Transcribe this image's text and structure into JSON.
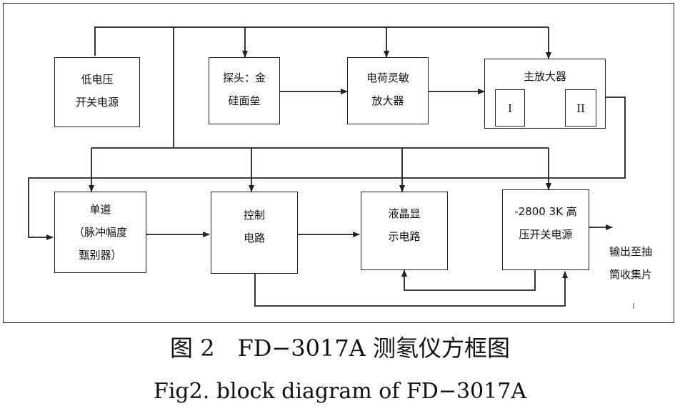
{
  "blocks": {
    "low_voltage_psu": [
      "低电压",
      "开关电源"
    ],
    "probe": [
      "探头：金",
      "硅面垒"
    ],
    "charge_amp": [
      "电荷灵敏",
      "放大器"
    ],
    "main_amp": {
      "title": "主放大器",
      "sub1": "I",
      "sub2": "II"
    },
    "single_channel": [
      "单道",
      "（脉冲幅度",
      "甄别器）"
    ],
    "control": [
      "控制",
      "电路"
    ],
    "lcd": [
      "液晶显",
      "示电路"
    ],
    "hv_psu": [
      "-2800 3K 高",
      "压开关电源"
    ]
  },
  "output_label": [
    "输出至抽",
    "筒收集片"
  ],
  "caption": {
    "cn": "图 2　FD−3017A 测氡仪方框图",
    "en": "Fig2. block diagram of FD−3017A"
  }
}
